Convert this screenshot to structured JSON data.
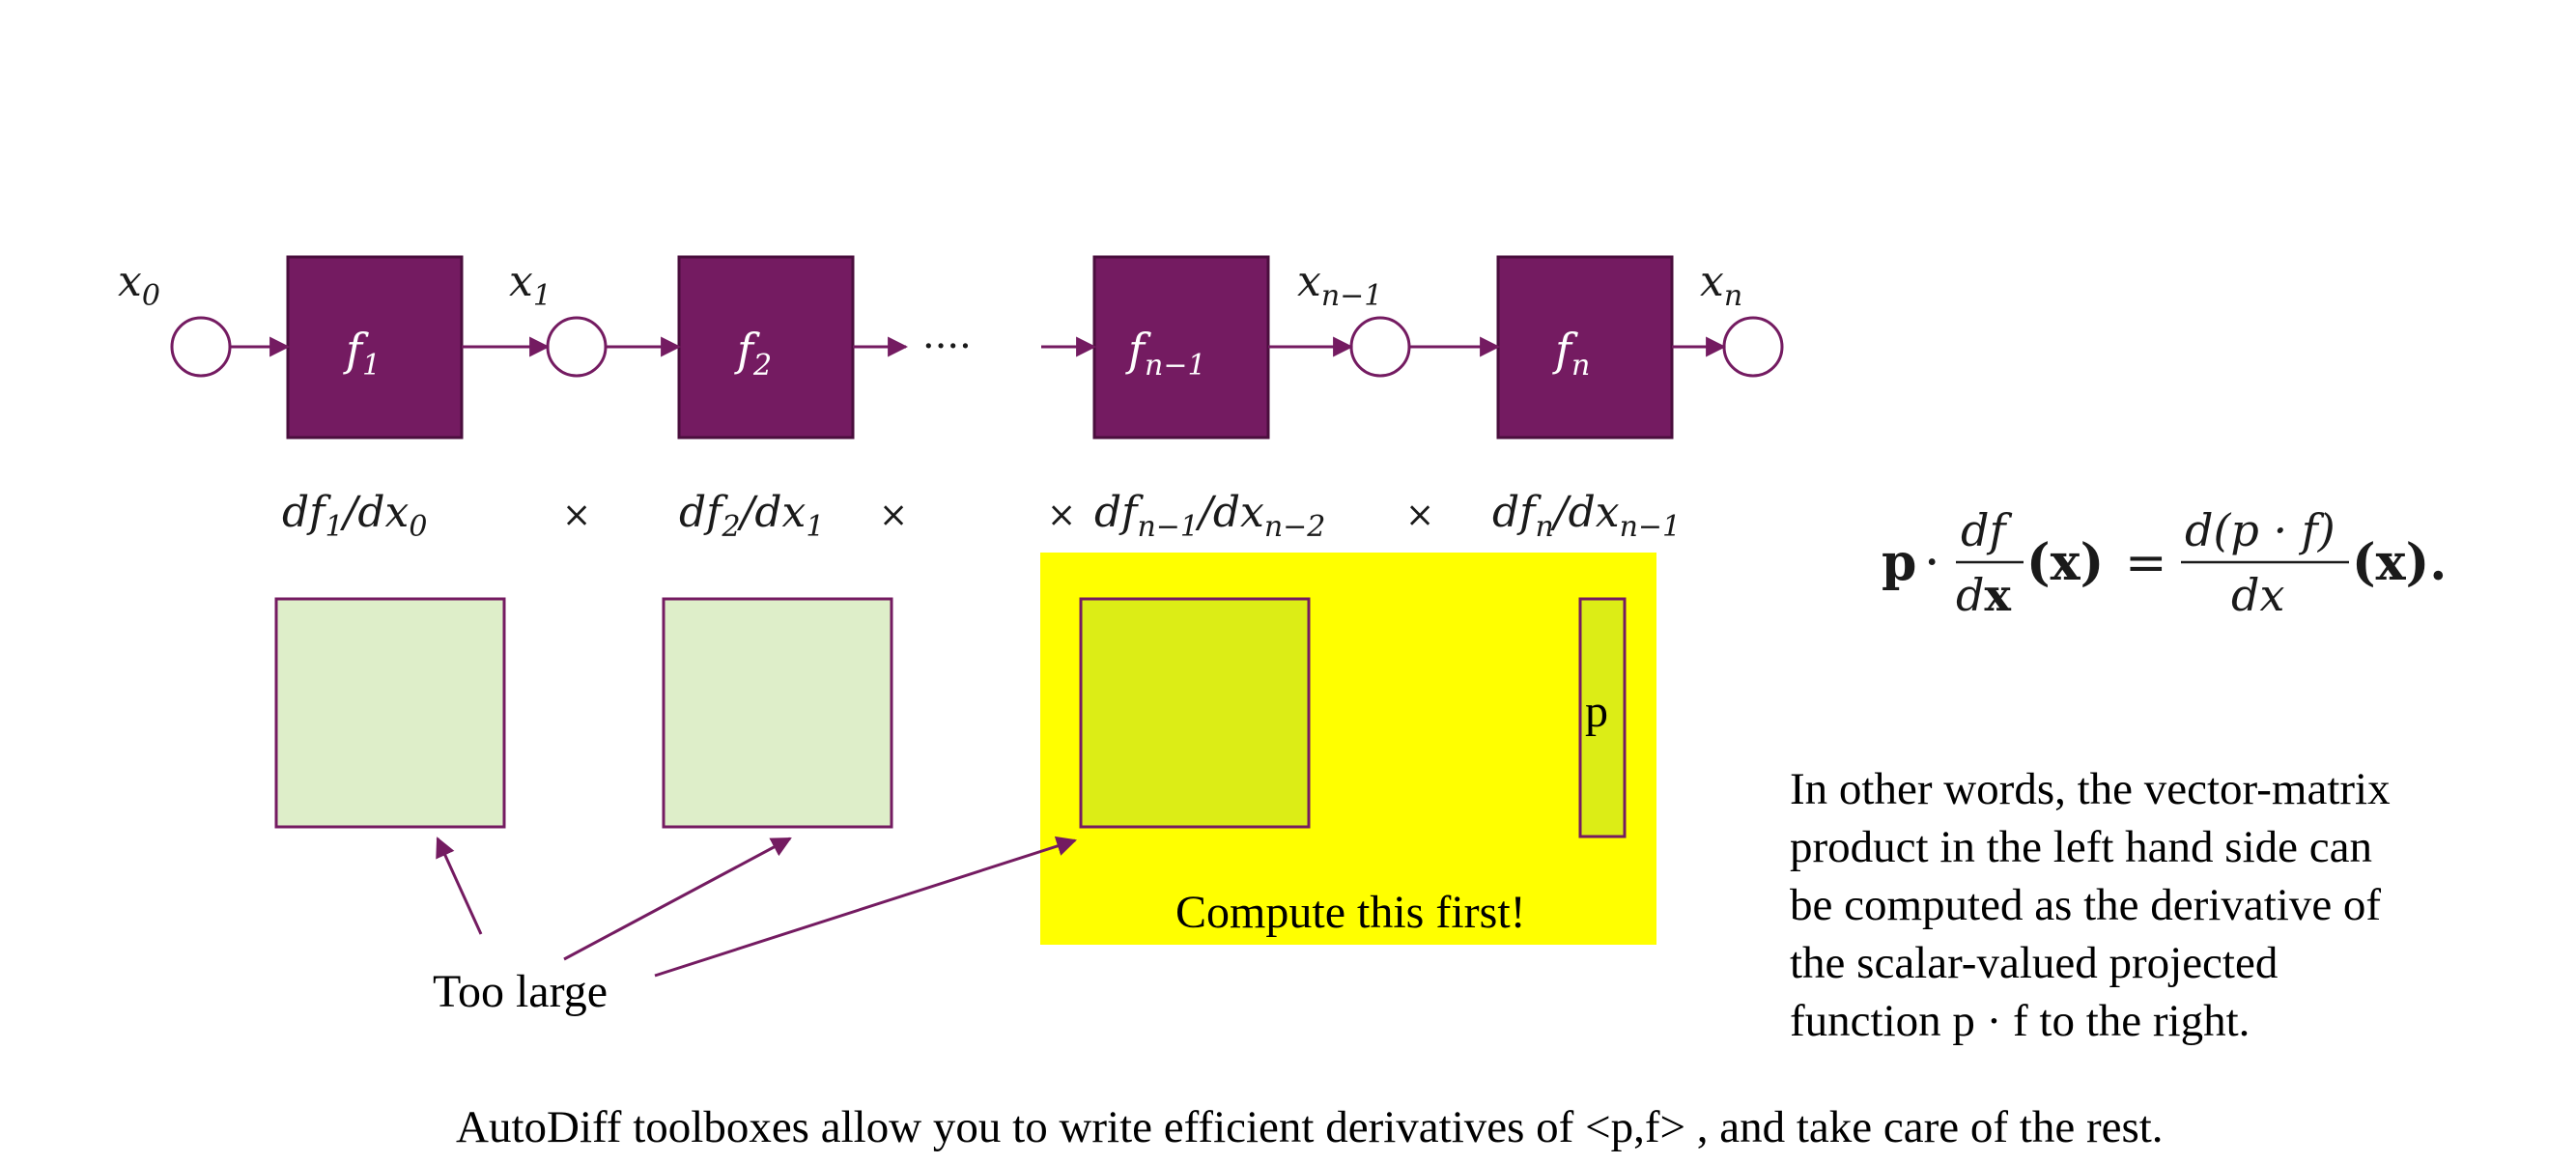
{
  "colors": {
    "purple": "#741b61",
    "purple_edge": "#4a0e3d",
    "light_green": "#deeec9",
    "highlight_yellow": "#ffff00",
    "lime": "#dced16"
  },
  "chain": {
    "functions": [
      {
        "base": "f",
        "sub": "1"
      },
      {
        "base": "f",
        "sub": "2"
      },
      {
        "base": "f",
        "sub": "n−1"
      },
      {
        "base": "f",
        "sub": "n"
      }
    ],
    "variables": [
      {
        "base": "x",
        "sub": "0"
      },
      {
        "base": "x",
        "sub": "1"
      },
      {
        "base": "x",
        "sub": "n−1"
      },
      {
        "base": "x",
        "sub": "n"
      }
    ],
    "ellipsis": "····"
  },
  "derivatives": {
    "terms": [
      {
        "num": "df",
        "num_sub": "1",
        "den": "dx",
        "den_sub": "0"
      },
      {
        "num": "df",
        "num_sub": "2",
        "den": "dx",
        "den_sub": "1"
      },
      {
        "num": "df",
        "num_sub": "n−1",
        "den": "dx",
        "den_sub": "n−2"
      },
      {
        "num": "df",
        "num_sub": "n",
        "den": "dx",
        "den_sub": "n−1"
      }
    ],
    "times": "×"
  },
  "matrices": {
    "vector_label": "p",
    "compute_first": "Compute this first!",
    "too_large": "Too large"
  },
  "equation": {
    "lhs_vec": "p",
    "dot": "·",
    "frac_num": "df",
    "frac_den_d": "d",
    "frac_den_x": "x",
    "arg": "(x)",
    "equals": "=",
    "rhs_num": "d(p · f)",
    "rhs_den": "dx",
    "rhs_arg": "(x)."
  },
  "explanation": [
    "In other words, the vector-matrix",
    "product in the left hand side can",
    "be computed as the derivative of",
    "the scalar-valued projected",
    "function p · f to the right."
  ],
  "footer": "AutoDiff toolboxes allow you to write efficient derivatives of <p,f> , and take care of the rest."
}
